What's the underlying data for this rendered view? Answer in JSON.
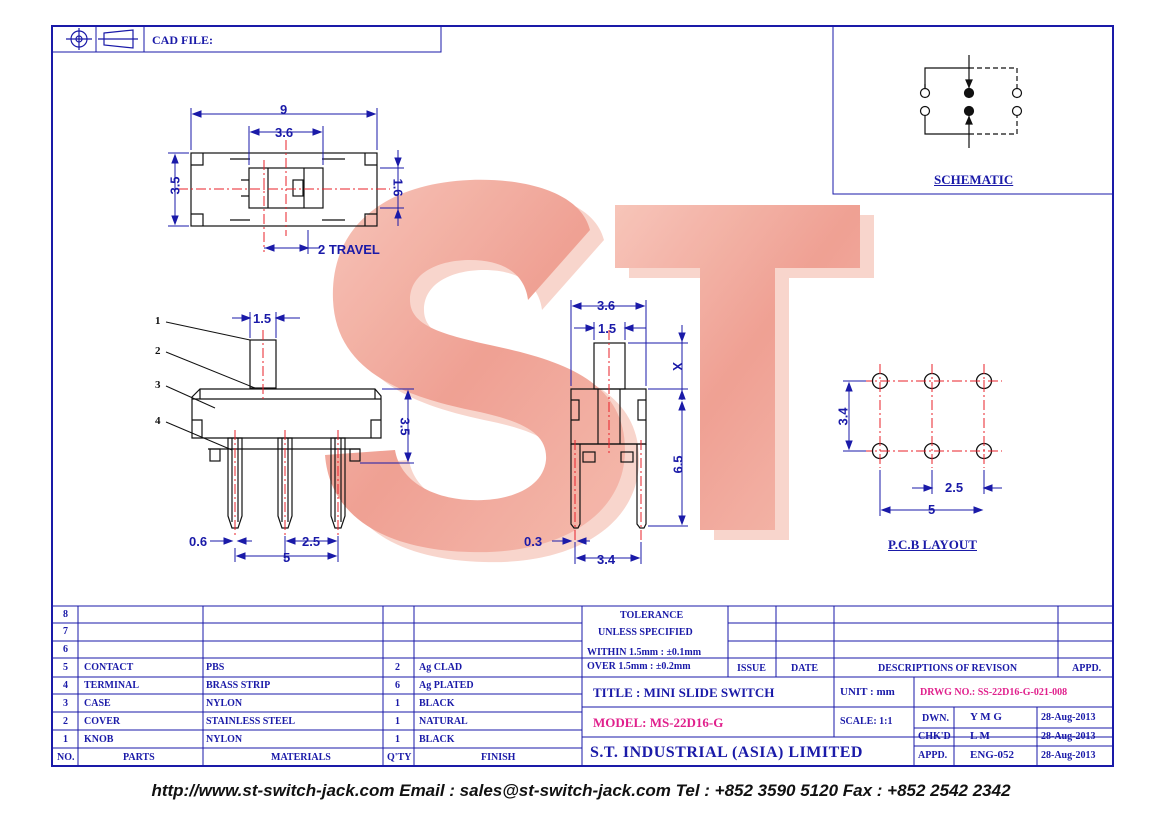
{
  "cad_file_label": "CAD FILE:",
  "dims_top": {
    "w9": "9",
    "w36": "3.6",
    "h35": "3.5",
    "h16": "1.6",
    "travel": "2  TRAVEL"
  },
  "dims_front": {
    "d15": "1.5",
    "d35": "3.5",
    "d06": "0.6",
    "d25": "2.5",
    "d5": "5"
  },
  "dims_side": {
    "d36": "3.6",
    "d15": "1.5",
    "x": "X",
    "d65": "6.5",
    "d03": "0.3",
    "d34": "3.4"
  },
  "dims_pcb": {
    "d34": "3.4",
    "d25": "2.5",
    "d5": "5"
  },
  "callouts": [
    "1",
    "2",
    "3",
    "4"
  ],
  "schematic_title": "SCHEMATIC",
  "pcb_title": "P.C.B  LAYOUT",
  "watermark": "ST",
  "bom": {
    "rows": [
      {
        "no": "8",
        "part": "",
        "material": "",
        "qty": "",
        "finish": ""
      },
      {
        "no": "7",
        "part": "",
        "material": "",
        "qty": "",
        "finish": ""
      },
      {
        "no": "6",
        "part": "",
        "material": "",
        "qty": "",
        "finish": ""
      },
      {
        "no": "5",
        "part": "CONTACT",
        "material": "PBS",
        "qty": "2",
        "finish": "Ag  CLAD"
      },
      {
        "no": "4",
        "part": "TERMINAL",
        "material": "BRASS  STRIP",
        "qty": "6",
        "finish": "Ag  PLATED"
      },
      {
        "no": "3",
        "part": "CASE",
        "material": "NYLON",
        "qty": "1",
        "finish": "BLACK"
      },
      {
        "no": "2",
        "part": "COVER",
        "material": "STAINLESS  STEEL",
        "qty": "1",
        "finish": "NATURAL"
      },
      {
        "no": "1",
        "part": "KNOB",
        "material": "NYLON",
        "qty": "1",
        "finish": "BLACK"
      }
    ],
    "header": {
      "no": "NO.",
      "part": "PARTS",
      "material": "MATERIALS",
      "qty": "Q'TY",
      "finish": "FINISH"
    }
  },
  "tolerance": {
    "l1": "TOLERANCE",
    "l2": "UNLESS   SPECIFIED",
    "l3": "WITHIN  1.5mm : ±0.1mm",
    "l4": "OVER    1.5mm : ±0.2mm"
  },
  "revision_header": {
    "issue": "ISSUE",
    "date": "DATE",
    "desc": "DESCRIPTIONS  OF  REVISON",
    "appd": "APPD."
  },
  "title_block": {
    "title": "TITLE : MINI SLIDE SWITCH",
    "unit": "UNIT :   mm",
    "drwg": "DRWG  NO.:  SS-22D16-G-021-008",
    "model": "MODEL:  MS-22D16-G",
    "scale": "SCALE:   1:1",
    "dwn_label": "DWN.",
    "dwn": "Y M G",
    "dwn_date": "28-Aug-2013",
    "chkd_label": "CHK'D",
    "chkd": "L  M",
    "chkd_date": "28-Aug-2013",
    "company": "S.T.  INDUSTRIAL  (ASIA)  LIMITED",
    "appd_label": "APPD.",
    "appd": "ENG-052",
    "appd_date": "28-Aug-2013"
  },
  "footer": "http://www.st-switch-jack.com  Email : sales@st-switch-jack.com  Tel : +852 3590 5120  Fax : +852 2542 2342",
  "colors": {
    "frame": "#1a1aa8",
    "centerline": "#e8202a",
    "drawing": "#111111",
    "watermark": "#f2a79b",
    "model": "#e0208c"
  }
}
